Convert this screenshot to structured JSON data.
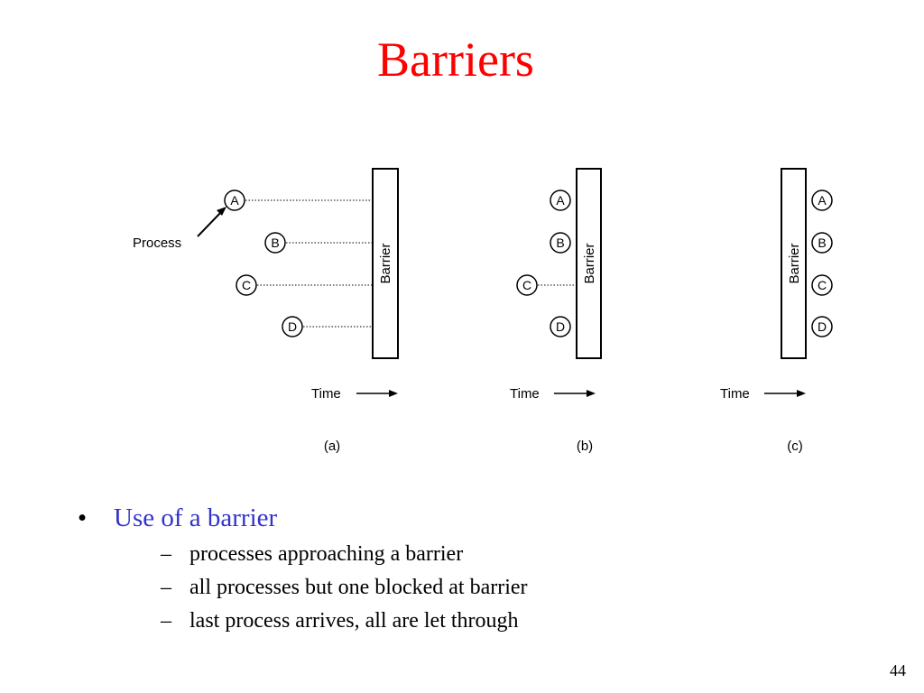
{
  "slide": {
    "title": "Barriers",
    "title_color": "#ff0000",
    "accent_color": "#3333cc",
    "page_number": "44"
  },
  "diagram": {
    "process_label": "Process",
    "barrier_label": "Barrier",
    "time_label": "Time",
    "panels": [
      {
        "caption": "(a)",
        "processes": [
          {
            "name": "A",
            "state": "approaching"
          },
          {
            "name": "B",
            "state": "approaching"
          },
          {
            "name": "C",
            "state": "approaching"
          },
          {
            "name": "D",
            "state": "approaching"
          }
        ]
      },
      {
        "caption": "(b)",
        "processes": [
          {
            "name": "A",
            "state": "blocked"
          },
          {
            "name": "B",
            "state": "blocked"
          },
          {
            "name": "C",
            "state": "approaching"
          },
          {
            "name": "D",
            "state": "blocked"
          }
        ]
      },
      {
        "caption": "(c)",
        "processes": [
          {
            "name": "A",
            "state": "through"
          },
          {
            "name": "B",
            "state": "through"
          },
          {
            "name": "C",
            "state": "through"
          },
          {
            "name": "D",
            "state": "through"
          }
        ]
      }
    ]
  },
  "bullets": {
    "main": "Use of a barrier",
    "items": [
      "processes approaching a barrier",
      "all processes but one blocked at barrier",
      "last process arrives, all are let through"
    ]
  }
}
